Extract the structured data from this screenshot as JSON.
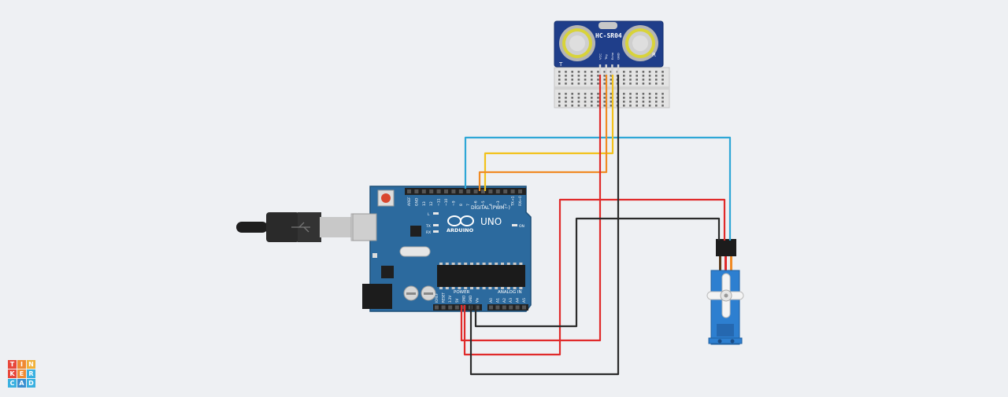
{
  "sensor": {
    "model": "HC-SR04",
    "trig_mark": "T",
    "recv_mark": "R",
    "pins": [
      "VCC",
      "Trig",
      "Echo",
      "GND"
    ]
  },
  "arduino": {
    "brand": "ARDUINO",
    "model": "UNO",
    "digital_label": "DIGITAL (PWM~)",
    "digital_pins": [
      "AREF",
      "GND",
      "13",
      "12",
      "~11",
      "~10",
      "~9",
      "8",
      "7",
      "~6",
      "~5",
      "4",
      "~3",
      "2",
      "TX→1",
      "RX←0"
    ],
    "power_label": "POWER",
    "power_pins": [
      "IOREF",
      "RESET",
      "3.3V",
      "5V",
      "GND",
      "GND",
      "Vin"
    ],
    "analog_label": "ANALOG IN",
    "analog_pins": [
      "A0",
      "A1",
      "A2",
      "A3",
      "A4",
      "A5"
    ],
    "led_labels": [
      "L",
      "TX",
      "RX",
      "ON"
    ]
  },
  "logo": {
    "letters": [
      "T",
      "I",
      "N",
      "K",
      "E",
      "R",
      "C",
      "A",
      "D"
    ],
    "colors": [
      "#e8473a",
      "#f08a33",
      "#f0b13a",
      "#e8473a",
      "#f08a33",
      "#3ab0e0",
      "#3ab0e0",
      "#3a8fd0",
      "#3ab0e0"
    ]
  },
  "wire_colors": {
    "blue": "#2ea7d6",
    "yellow": "#f2c21b",
    "orange": "#f08a24",
    "red": "#e02a2a",
    "black": "#2b2b2b"
  }
}
